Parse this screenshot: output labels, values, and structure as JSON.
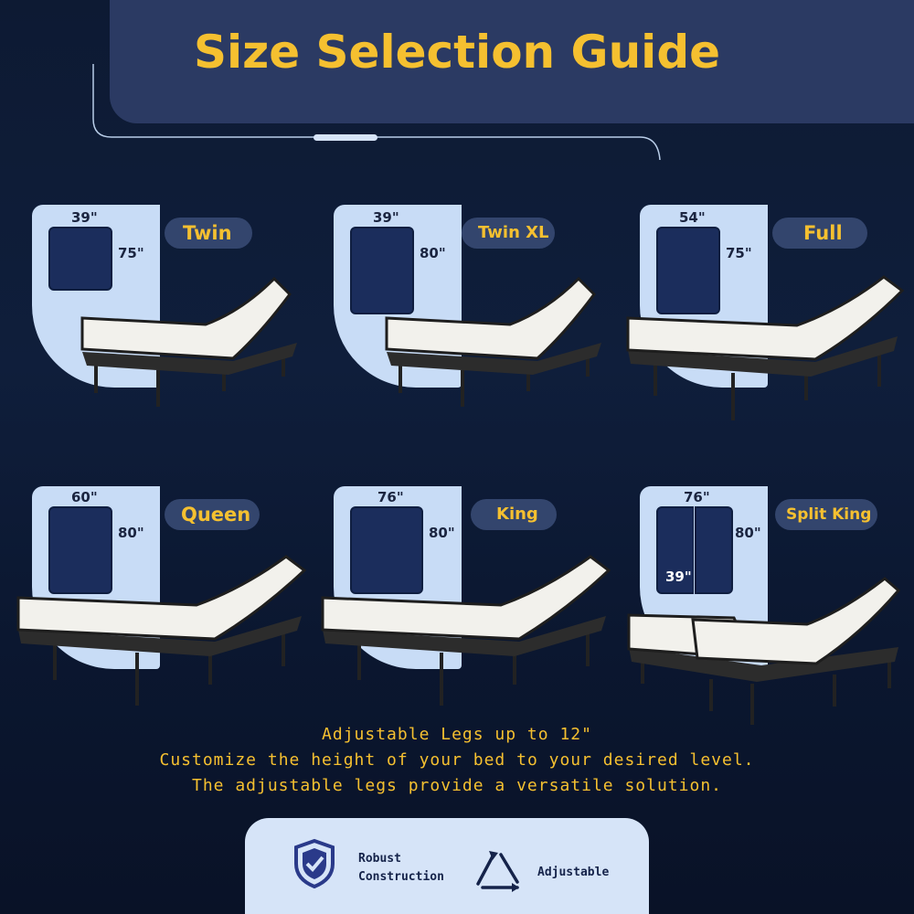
{
  "title": "Size Selection Guide",
  "sizes": [
    {
      "name": "Twin",
      "width": "39\"",
      "length": "75\""
    },
    {
      "name": "Twin XL",
      "width": "39\"",
      "length": "80\""
    },
    {
      "name": "Full",
      "width": "54\"",
      "length": "75\""
    },
    {
      "name": "Queen",
      "width": "60\"",
      "length": "80\""
    },
    {
      "name": "King",
      "width": "76\"",
      "length": "80\""
    },
    {
      "name": "Split King",
      "width": "76\"",
      "length": "80\"",
      "half_width": "39\""
    }
  ],
  "captions": [
    "Adjustable Legs up to 12\"",
    "Customize the height of your bed to your desired level.",
    "The adjustable legs provide a versatile solution."
  ],
  "features": {
    "robust_line1": "Robust",
    "robust_line2": "Construction",
    "adjustable": "Adjustable"
  },
  "colors": {
    "accent": "#f5c030",
    "banner": "#2b3a63",
    "panel": "#c8dcf6",
    "mattress_icon": "#1b2d5c"
  },
  "icons": [
    "shield-check-icon",
    "triangle-arrows-icon"
  ]
}
